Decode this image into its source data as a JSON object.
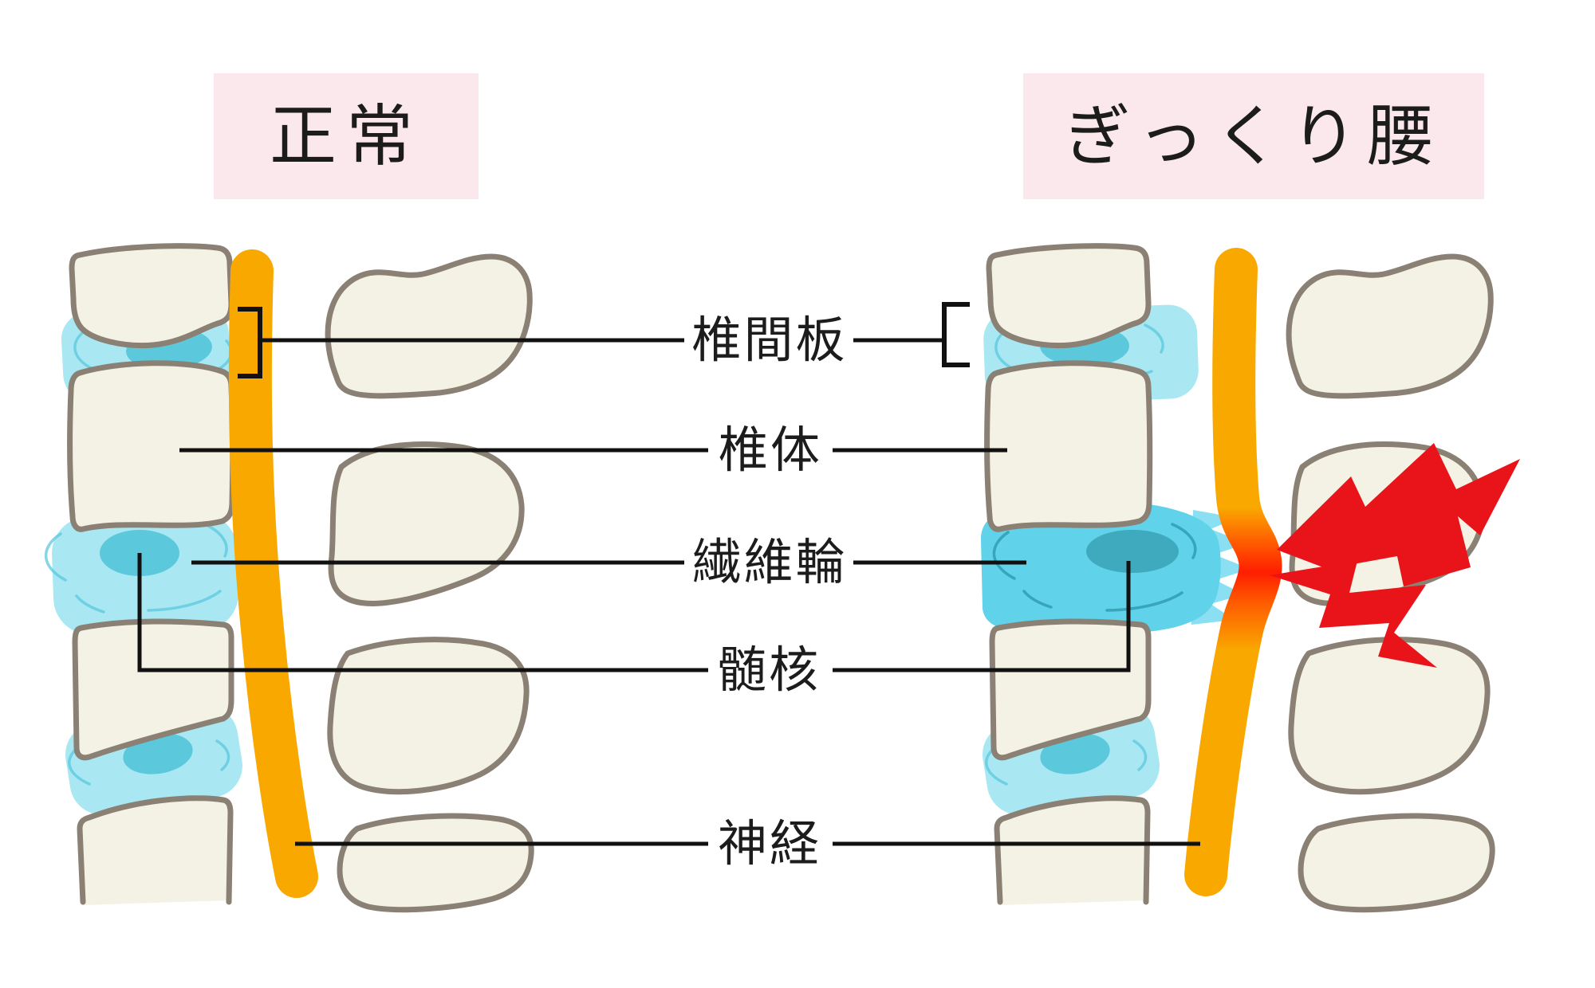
{
  "titles": {
    "normal": "正常",
    "strained": "ぎっくり腰"
  },
  "labels": {
    "intervertebral_disc": "椎間板",
    "vertebral_body": "椎体",
    "annulus_fibrosus": "繊維輪",
    "nucleus_pulposus": "髄核",
    "nerve": "神経"
  },
  "colors": {
    "title-bg": "#fbe8ec",
    "text": "#1c1c1c",
    "line": "#111111",
    "bone": "#f4f2e4",
    "bone-outline": "#8a8074",
    "disc": "#a9e8f3",
    "disc-core": "#5bc8dc",
    "disc-bulge": "#60d2e9",
    "disc-bulge-core": "#3fa9bd",
    "disc-spike": "#8ae0f2",
    "disc-swirl-dark": "#35a0b5",
    "nerve": "#f9a800",
    "pain": "#ff1e00",
    "bolt": "#e8141a"
  }
}
